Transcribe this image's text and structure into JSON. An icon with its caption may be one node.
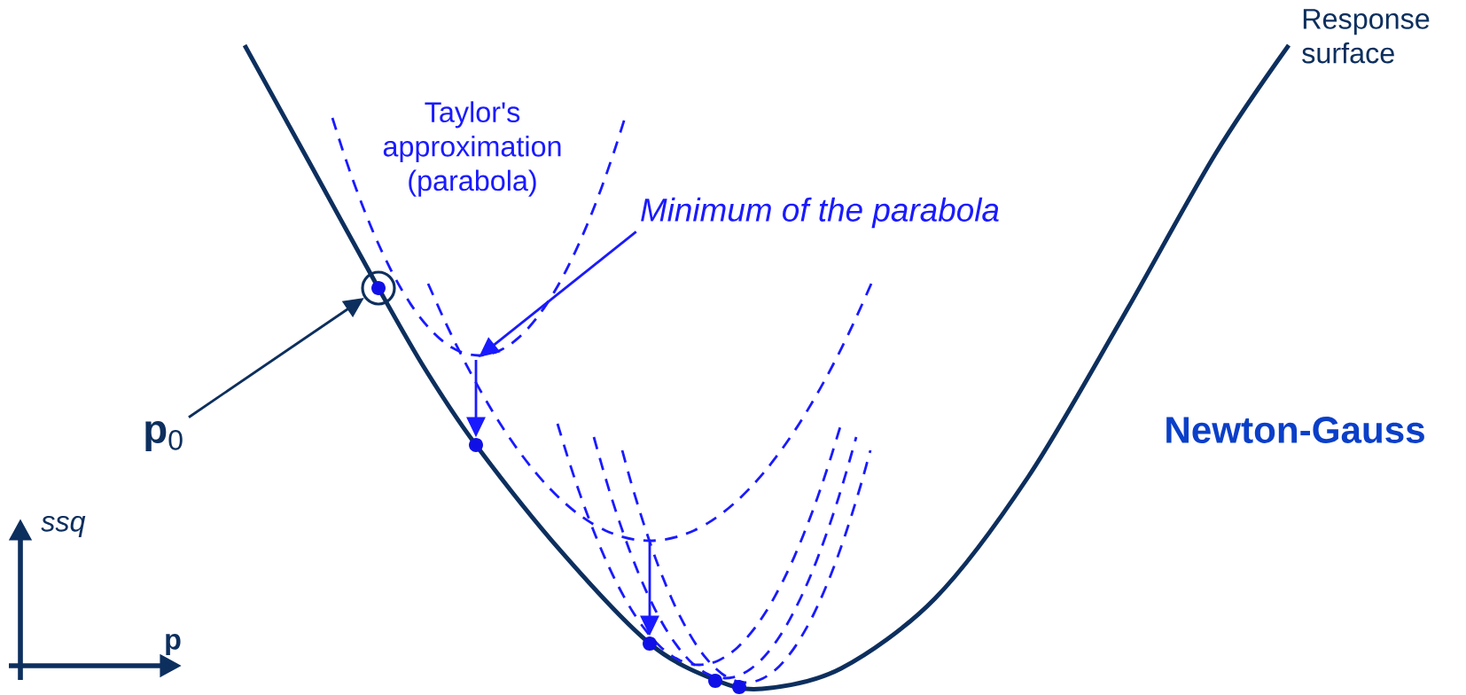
{
  "diagram": {
    "title": "Newton-Gauss",
    "nodes": [
      {
        "text": [
          "**p**$_{0}$"
        ]
      },
      {
        "text": [],
        "shape": "circle"
      },
      {
        "text": [
          "Minimum of the parabola"
        ]
      },
      {
        "text": [],
        "shape": "circle"
      },
      {
        "text": [],
        "shape": "circle"
      },
      {
        "text": [],
        "shape": "circle"
      },
      {
        "text": [],
        "shape": "circle"
      }
    ],
    "edges": [
      {
        "from": 0,
        "to": 1,
        "arrow": "to",
        "color": "#0d2f5e"
      },
      {
        "from": 2,
        "to": null,
        "arrow": "to"
      },
      {
        "from": null,
        "to": 3,
        "arrow": "to"
      },
      {
        "from": null,
        "to": 4,
        "arrow": "to"
      }
    ],
    "labels": [
      "Taylor's approximation (parabola)",
      "Response surface",
      "ssq",
      "p"
    ]
  }
}
